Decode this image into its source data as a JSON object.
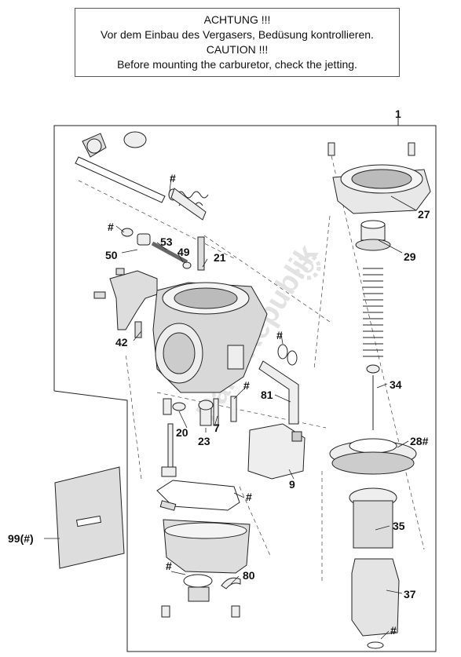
{
  "notice": {
    "line1": "ACHTUNG !!!",
    "line2": "Vor dem Einbau des Vergasers, Bedüsung kontrollieren.",
    "line3": "CAUTION !!!",
    "line4": "Before mounting the carburetor, check the jetting."
  },
  "watermark": "PartsRepublik",
  "callouts": {
    "c1": "1",
    "c27": "27",
    "c29": "29",
    "c34": "34",
    "c28": "28#",
    "c35": "35",
    "c37": "37",
    "c53": "53",
    "c49": "49",
    "c21": "21",
    "c50": "50",
    "c42": "42",
    "c81": "81",
    "c20": "20",
    "c7": "7",
    "c23": "23",
    "c9": "9",
    "c80": "80",
    "c99": "99(#)",
    "hash": "#"
  },
  "colors": {
    "line": "#222222",
    "fill": "#ffffff",
    "shade": "#cfcfcf",
    "watermark": "#e2e2e2"
  }
}
